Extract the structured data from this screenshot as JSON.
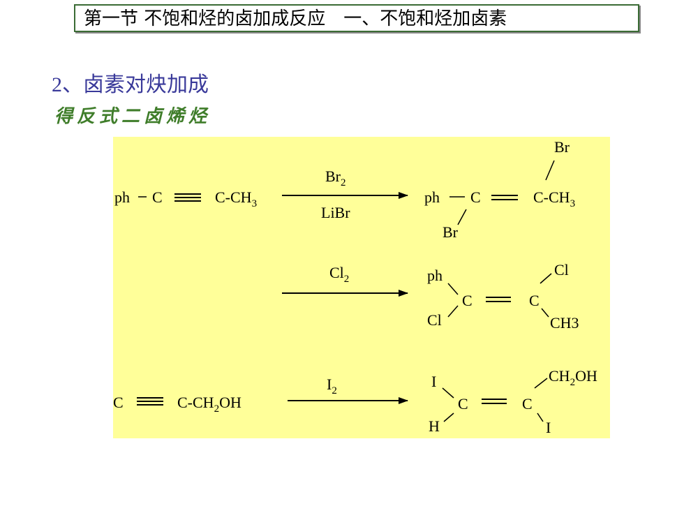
{
  "header": {
    "title": "第一节 不饱和烃的卤加成反应　一、不饱和烃加卤素"
  },
  "section": {
    "heading": "2、卤素对炔加成",
    "subtitle": "得反式二卤烯烃"
  },
  "colors": {
    "panel_background": "#ffff99",
    "heading": "#3a3a9a",
    "subtitle": "#3f7d2a",
    "title_border": "#3a6b34"
  },
  "reactions": [
    {
      "reactant": {
        "left": "ph",
        "c1": "C",
        "right": "C-CH",
        "right_sub": "3"
      },
      "reagent_above": {
        "main": "Br",
        "sub": "2"
      },
      "reagent_below": "LiBr",
      "product": {
        "left": "ph",
        "c1": "C",
        "right": "C-CH",
        "right_sub": "3",
        "sub_top": "Br",
        "sub_bottom": "Br"
      }
    },
    {
      "reagent_above": {
        "main": "Cl",
        "sub": "2"
      },
      "product": {
        "top_left": "ph",
        "bottom_left": "Cl",
        "c1": "C",
        "c2": "C",
        "top_right": "Cl",
        "bottom_right": "CH3"
      }
    },
    {
      "reactant": {
        "left": "C",
        "right": "C-CH",
        "right_sub": "2",
        "right_tail": "OH"
      },
      "reagent_above": {
        "main": "I",
        "sub": "2"
      },
      "product": {
        "top_left": "I",
        "bottom_left": "H",
        "c1": "C",
        "c2": "C",
        "top_right": "CH",
        "top_right_sub": "2",
        "top_right_tail": "OH",
        "bottom_right": "I"
      }
    }
  ]
}
